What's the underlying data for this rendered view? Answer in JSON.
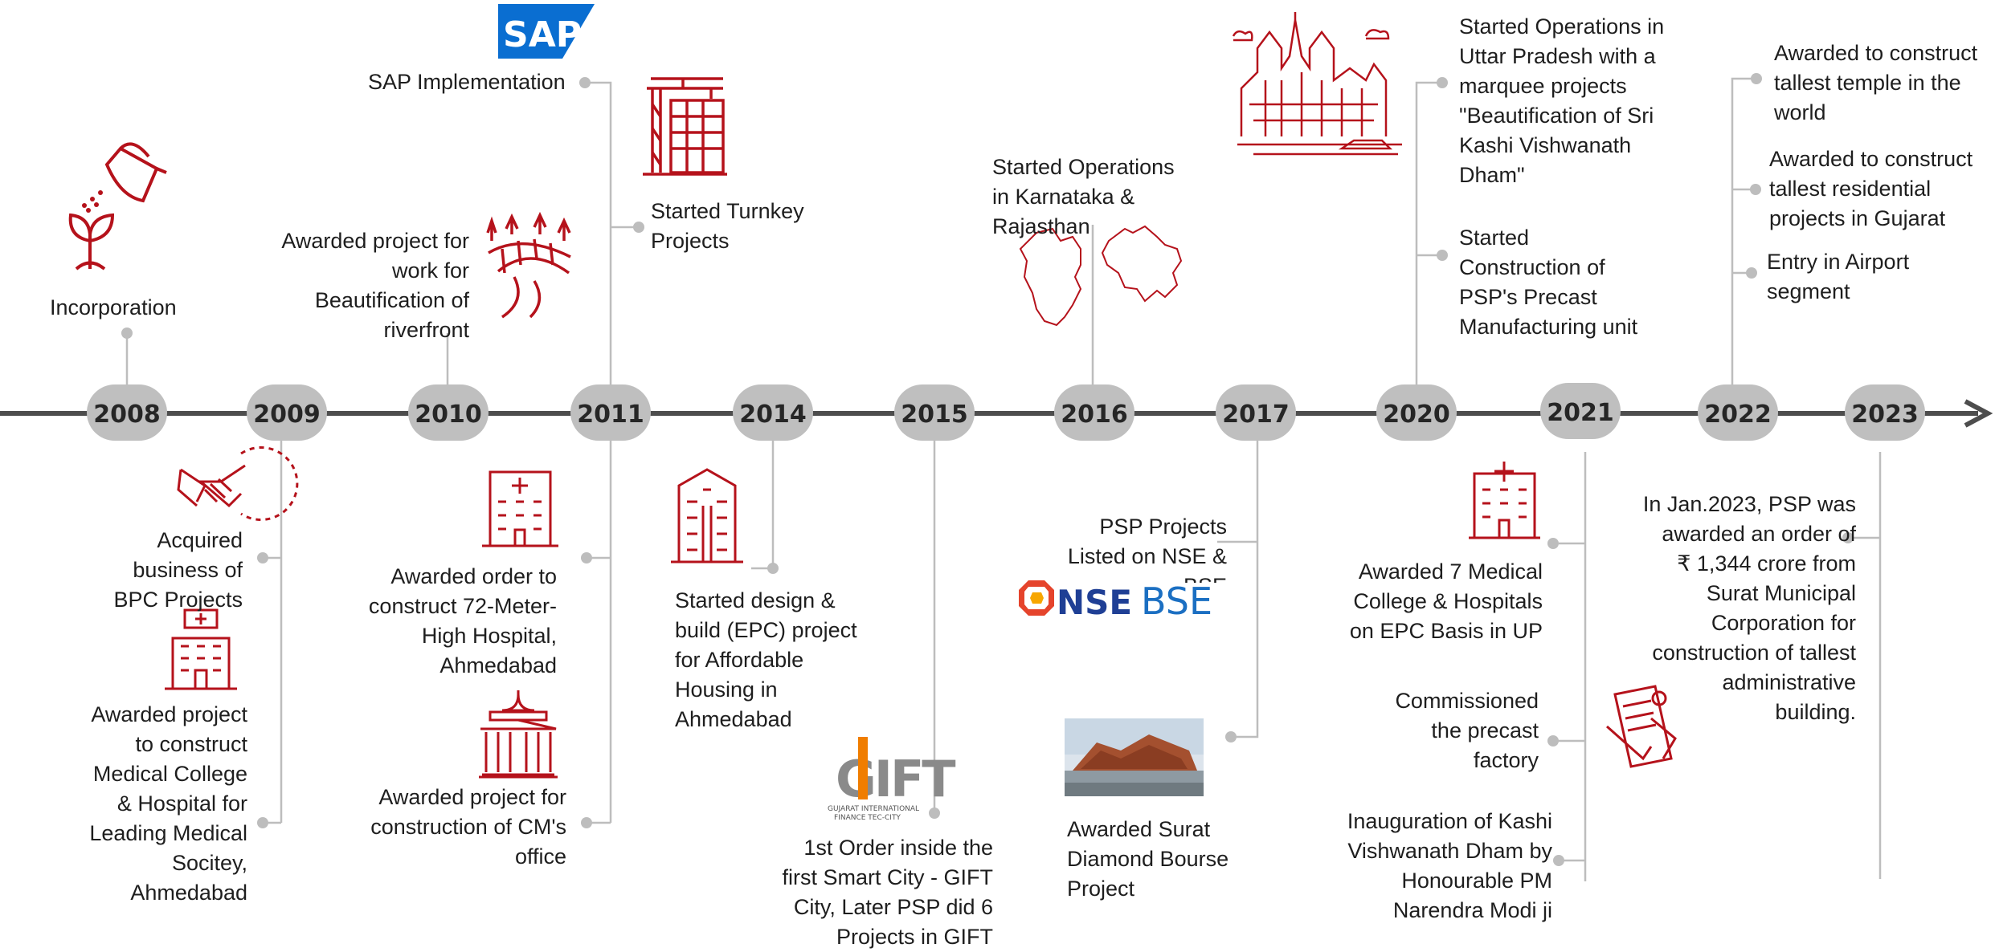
{
  "years": [
    "2008",
    "2009",
    "2010",
    "2011",
    "2014",
    "2015",
    "2016",
    "2017",
    "2020",
    "2021",
    "2022",
    "2023"
  ],
  "events": {
    "incorporation": "Incorporation",
    "sap_implementation": "SAP Implementation",
    "turnkey": "Started Turnkey\nProjects",
    "riverfront": "Awarded project for\nwork for\nBeautification of\nriverfront",
    "karnataka_rajasthan": "Started Operations\nin Karnataka &\nRajasthan",
    "uttar_pradesh": "Started Operations in\nUttar Pradesh with a\nmarquee projects\n\"Beautification of Sri\nKashi Vishwanath\nDham\"",
    "precast_unit": "Started\nConstruction of\nPSP's Precast\nManufacturing unit",
    "tallest_temple": "Awarded to construct\ntallest temple in the\nworld",
    "tallest_residential": "Awarded to construct\ntallest residential\nprojects in Gujarat",
    "airport": "Entry in Airport\nsegment",
    "bpc": "Acquired\nbusiness of\nBPC Projects",
    "medical_college": "Awarded project\nto construct\nMedical College\n& Hospital for\nLeading Medical\nSocitey,\nAhmedabad",
    "hospital_72m": "Awarded order to\nconstruct 72-Meter-\nHigh Hospital,\nAhmedabad",
    "cm_office": "Awarded project for\nconstruction of CM's\noffice",
    "epc_housing": "Started design &\nbuild (EPC) project\nfor Affordable\nHousing in\nAhmedabad",
    "gift_city": "1st Order inside the\nfirst Smart City - GIFT\nCity, Later PSP did 6\nProjects in GIFT",
    "listed": "PSP Projects\nListed on NSE &\nBSE",
    "diamond_bourse": "Awarded Surat\nDiamond Bourse\nProject",
    "medical_up": "Awarded 7 Medical\nCollege & Hospitals\non EPC Basis in UP",
    "precast_factory": "Commissioned\nthe precast\nfactory",
    "kashi_inauguration": "Inauguration of Kashi\nVishwanath Dham by\nHonourable PM\nNarendra Modi ji",
    "surat_order": "In Jan.2023, PSP was\nawarded an order of\n₹ 1,344 crore from\nSurat Municipal\nCorporation for\nconstruction of tallest\nadministrative\nbuilding."
  },
  "logos": {
    "sap": "SAP",
    "nse": "NSE",
    "bse": "BSE",
    "gift": "GIFT",
    "gift_caption": "GUJARAT INTERNATIONAL\nFINANCE TEC-CITY"
  },
  "colors": {
    "axis": "#4d4d4d",
    "pill": "#bfbfbf",
    "connector": "#bdbdbd",
    "icon_red": "#b5121b",
    "sap_blue": "#0a6ed1",
    "nse_blue": "#1f3f95",
    "bse_blue": "#1b6fc2"
  },
  "icons": [
    "watering-can-plant-icon",
    "construction-crane-icon",
    "bridge-riverfront-icon",
    "sap-logo",
    "temple-city-icon",
    "karnataka-map-icon",
    "rajasthan-map-icon",
    "handshake-icon",
    "hospital-icon",
    "domed-government-building-icon",
    "apartment-building-icon",
    "gift-city-logo",
    "nse-logo",
    "bse-logo",
    "diamond-bourse-photo",
    "agreement-document-icon"
  ]
}
